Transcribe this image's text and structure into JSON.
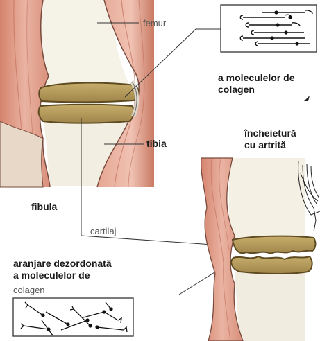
{
  "labels": {
    "femur": "femur",
    "tibia": "tibia",
    "fibula": "fibula",
    "cartilaj": "cartilaj",
    "ordered_collagen": "a moleculelor de\ncolagen",
    "arthritic_joint": "încheietură\ncu artrită",
    "disordered_collagen": "aranjare dezordonată\na moleculelor de",
    "disordered_collagen_cont": "colagen"
  },
  "colors": {
    "muscle": "#e2a08f",
    "muscle_dark": "#c0705a",
    "cartilage": "#b39a5c",
    "cartilage_edge": "#5e4a20",
    "bone": "#f3f1e4",
    "line": "#333333"
  }
}
